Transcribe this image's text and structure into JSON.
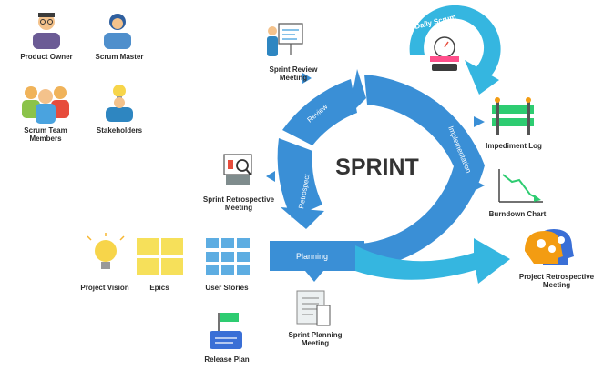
{
  "center": {
    "title": "SPRINT"
  },
  "arcs": {
    "review": "Review",
    "retrospect": "Retrospect",
    "implementation": "Implementation",
    "planning": "Planning",
    "daily_scrum": "Daily Scrum"
  },
  "roles": {
    "product_owner": "Product Owner",
    "scrum_master": "Scrum Master",
    "scrum_team": [
      "Scrum Team",
      "Members"
    ],
    "stakeholders": "Stakeholders"
  },
  "artifacts": {
    "sprint_review": [
      "Sprint Review",
      "Meeting"
    ],
    "sprint_retrospective": [
      "Sprint Retrospective",
      "Meeting"
    ],
    "impediment_log": "Impediment Log",
    "burndown_chart": "Burndown Chart",
    "project_retrospective": [
      "Project Retrospective",
      "Meeting"
    ],
    "project_vision": "Project Vision",
    "epics": "Epics",
    "user_stories": "User Stories",
    "sprint_planning": [
      "Sprint Planning",
      "Meeting"
    ],
    "release_plan": "Release Plan"
  },
  "colors": {
    "cycle_blue": "#3a8fd6",
    "daily_cyan": "#35b6e0",
    "text_dark": "#2b2b2b",
    "sticky_yellow": "#f6e05a",
    "card_blue": "#5dade2"
  }
}
